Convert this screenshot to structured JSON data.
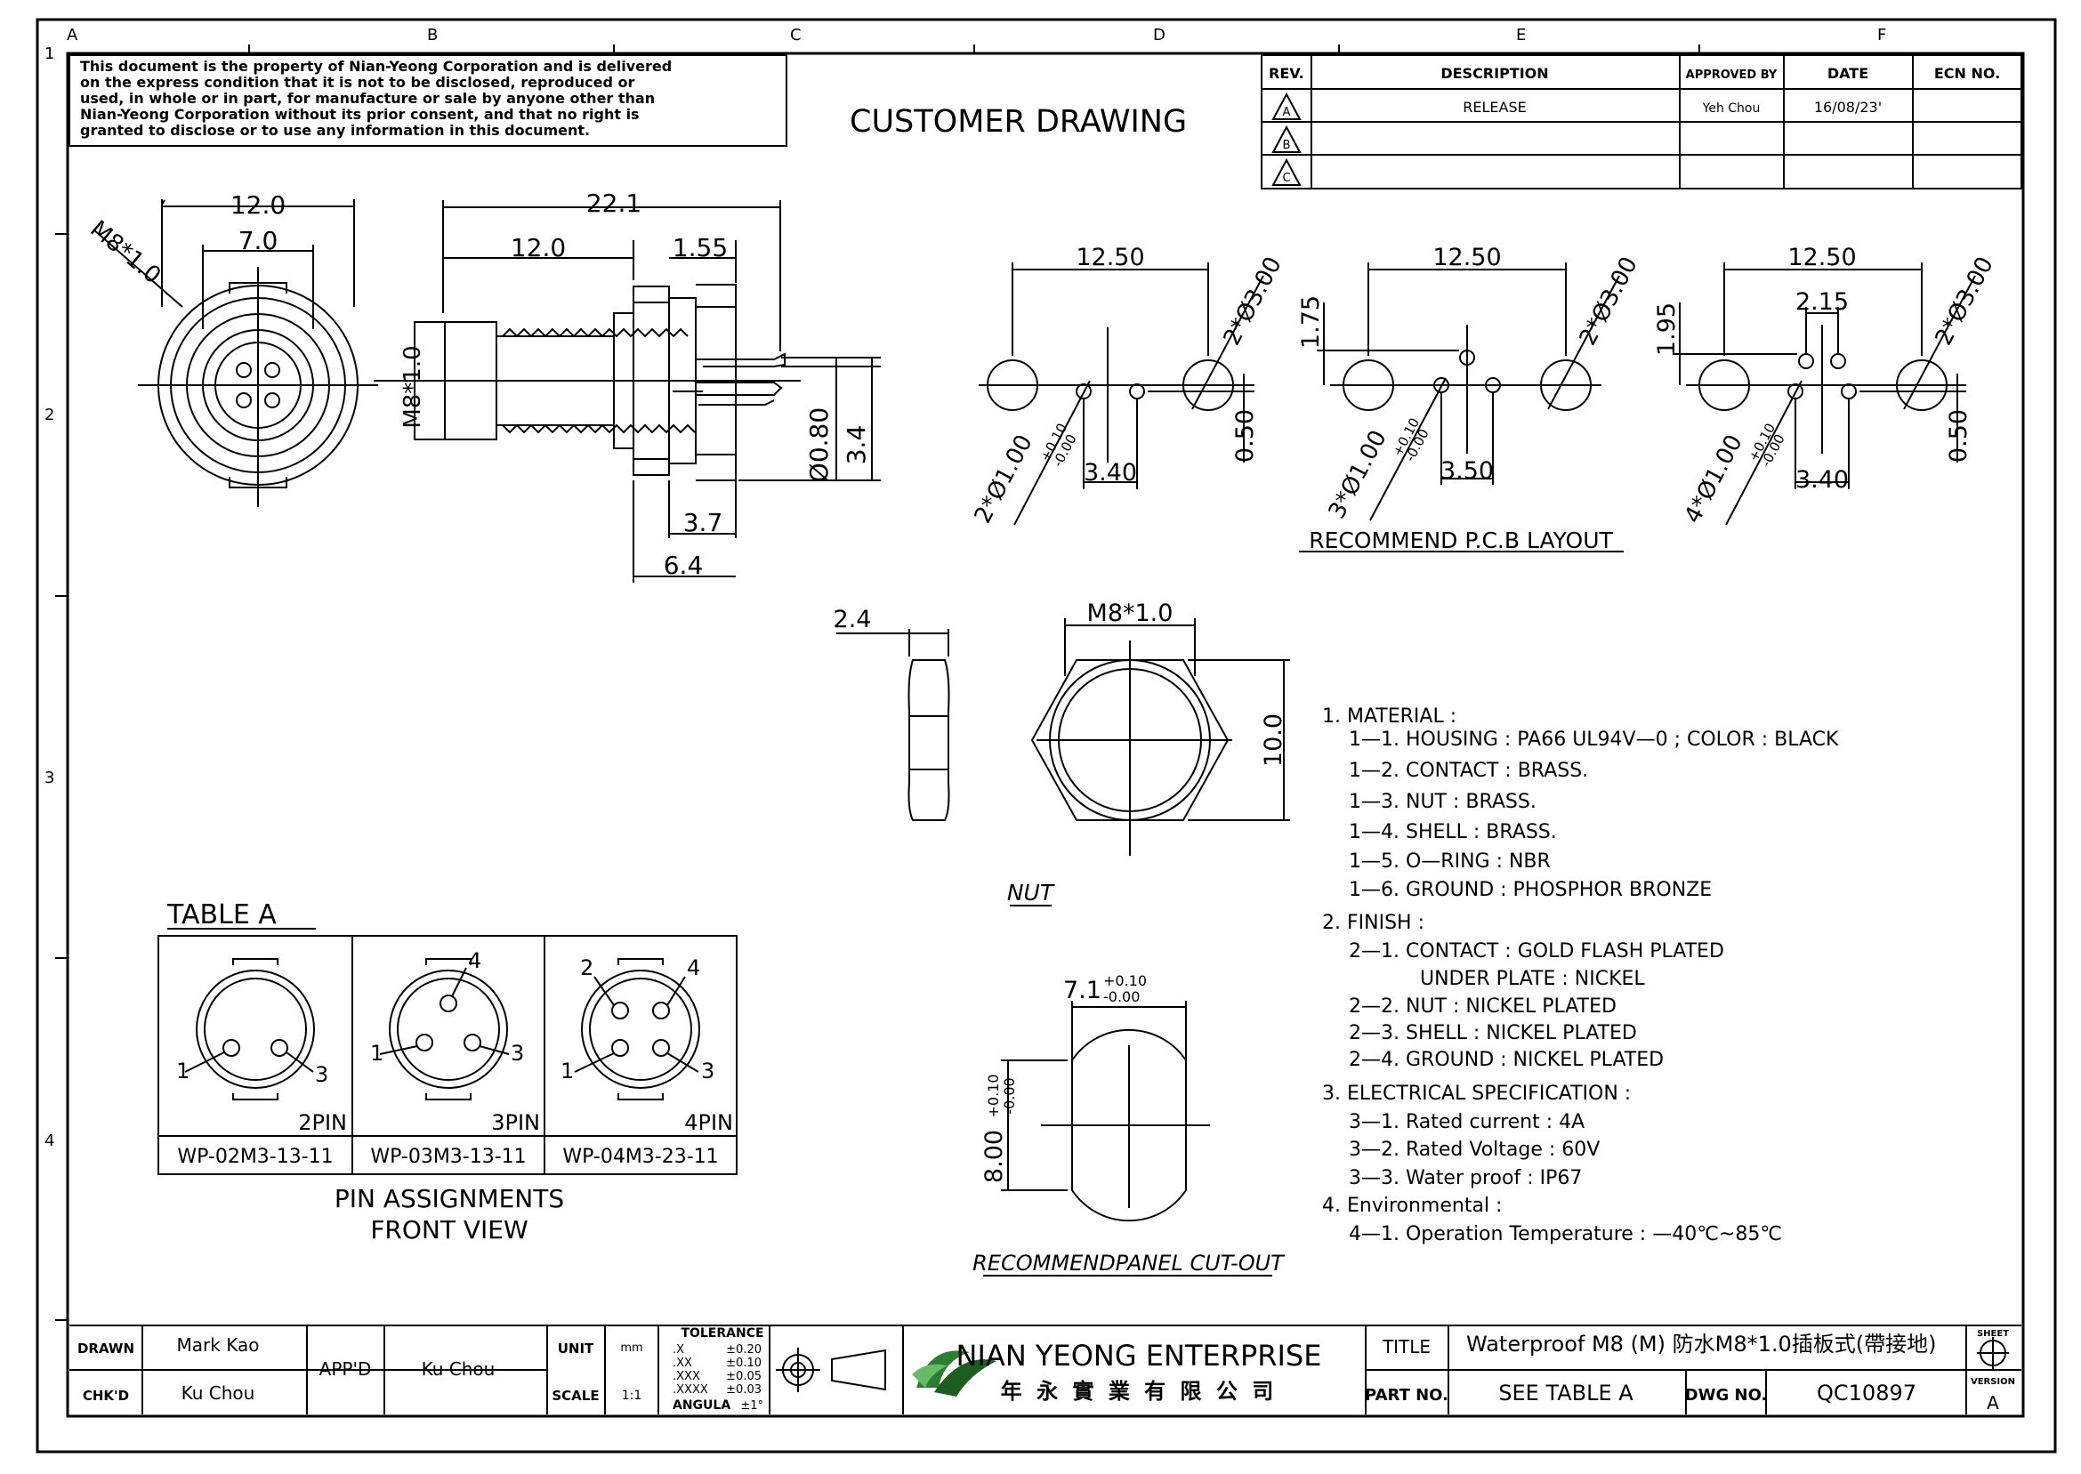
{
  "grid": {
    "columns": [
      "A",
      "B",
      "C",
      "D",
      "E",
      "F"
    ],
    "rows": [
      "1",
      "2",
      "3",
      "4"
    ]
  },
  "notice": {
    "lines": [
      "This document is the property of Nian-Yeong Corporation and is delivered",
      "on  the  express condition that it is not to be disclosed, reproduced or",
      "used, in whole or in part, for manufacture or sale by anyone other than",
      "Nian-Yeong Corporation without  its prior consent, and that  no right  is",
      "granted to disclose or to use any information in this  document."
    ]
  },
  "drawing_title": "CUSTOMER  DRAWING",
  "revision_table": {
    "headers": [
      "REV.",
      "DESCRIPTION",
      "APPROVED BY",
      "DATE",
      "ECN NO."
    ],
    "rows": [
      {
        "rev": "A",
        "description": "RELEASE",
        "approved": "Yeh Chou",
        "date": "16/08/23'",
        "ecn": ""
      },
      {
        "rev": "B",
        "description": "",
        "approved": "",
        "date": "",
        "ecn": ""
      },
      {
        "rev": "C",
        "description": "",
        "approved": "",
        "date": "",
        "ecn": ""
      }
    ]
  },
  "dimensions": {
    "front": {
      "outer": "12.0",
      "inner": "7.0",
      "thread": "M8*1.0"
    },
    "side": {
      "total": "22.1",
      "body": "12.0",
      "tab": "1.55",
      "thread": "M8*1.0",
      "pin_dia": "Ø0.80",
      "pin_len": "3.4",
      "flange": "3.7",
      "rear": "6.4"
    },
    "pcb1": {
      "span": "12.50",
      "big_holes": "2*Ø3.00",
      "small_holes": "2*Ø1.00",
      "tol_plus": "+0.10",
      "tol_minus": "-0.00",
      "pitch": "3.40",
      "offset": "0.50"
    },
    "pcb2": {
      "span": "12.50",
      "big_holes": "2*Ø3.00",
      "small_holes": "3*Ø1.00",
      "tol_plus": "+0.10",
      "tol_minus": "-0.00",
      "pitch": "3.50",
      "vertical": "1.75"
    },
    "pcb3": {
      "span": "12.50",
      "big_holes": "2*Ø3.00",
      "small_holes": "4*Ø1.00",
      "tol_plus": "+0.10",
      "tol_minus": "-0.00",
      "pitch": "3.40",
      "vertical": "1.95",
      "top_pitch": "2.15",
      "offset": "0.50"
    },
    "nut": {
      "thickness": "2.4",
      "thread": "M8*1.0",
      "height": "10.0"
    },
    "cutout": {
      "width": "7.1",
      "height": "8.00",
      "tol_plus": "+0.10",
      "tol_minus": "-0.00"
    }
  },
  "labels": {
    "pcb_layout": "RECOMMEND  P.C.B  LAYOUT",
    "nut": "NUT",
    "cutout": "RECOMMENDPANEL  CUT-OUT",
    "table_a": "TABLE  A",
    "pin_assign_1": "PIN  ASSIGNMENTS",
    "pin_assign_2": "FRONT  VIEW"
  },
  "table_a": {
    "cells": [
      {
        "pin": "2PIN",
        "part": "WP-02M3-13-11",
        "numbers": [
          "1",
          "3"
        ]
      },
      {
        "pin": "3PIN",
        "part": "WP-03M3-13-11",
        "numbers": [
          "1",
          "3",
          "4"
        ]
      },
      {
        "pin": "4PIN",
        "part": "WP-04M3-23-11",
        "numbers": [
          "1",
          "2",
          "3",
          "4"
        ]
      }
    ]
  },
  "specs": [
    "1.  MATERIAL  :",
    "1—1.  HOUSING  :  PA66  UL94V—0  ;  COLOR  :  BLACK",
    "1—2.  CONTACT  :  BRASS.",
    "1—3.  NUT  :  BRASS.",
    "1—4.  SHELL  :  BRASS.",
    "1—5.  O—RING  :  NBR",
    "1—6.  GROUND  :  PHOSPHOR  BRONZE",
    "2.  FINISH  :",
    "2—1.  CONTACT  :  GOLD  FLASH  PLATED",
    "UNDER  PLATE  :  NICKEL",
    "2—2.  NUT  :  NICKEL  PLATED",
    "2—3.  SHELL  :  NICKEL  PLATED",
    "2—4.  GROUND  :  NICKEL  PLATED",
    "3.  ELECTRICAL  SPECIFICATION  :",
    "3—1.  Rated  current  :  4A",
    "3—2.  Rated  Voltage  :  60V",
    "3—3.  Water  proof  :  IP67",
    "4.  Environmental  :",
    "4—1.  Operation  Temperature  :  —40℃~85℃"
  ],
  "title_block": {
    "drawn_label": "DRAWN",
    "drawn_value": "Mark Kao",
    "chkd_label": "CHK'D",
    "chkd_value": "Ku Chou",
    "appd_label": "APP'D",
    "appd_value": "Ku Chou",
    "unit_label": "UNIT",
    "unit_value": "mm",
    "scale_label": "SCALE",
    "scale_value": "1:1",
    "tolerance_label": "TOLERANCE",
    "tolerance_rows": [
      [
        ".X",
        "±0.20"
      ],
      [
        ".XX",
        "±0.10"
      ],
      [
        ".XXX",
        "±0.05"
      ],
      [
        ".XXXX",
        "±0.03"
      ]
    ],
    "angula_label": "ANGULA",
    "angula_value": "±1°",
    "company_name": "NIAN YEONG ENTERPRISE",
    "company_chinese": "年 永 實 業 有 限 公 司",
    "title_label": "TITLE",
    "title_value": "Waterproof  M8  (M)  防水M8*1.0插板式(帶接地)",
    "part_label": "PART NO.",
    "part_value": "SEE  TABLE  A",
    "dwg_label": "DWG NO.",
    "dwg_value": "QC10897",
    "sheet_label": "SHEET",
    "version_label": "VERSION",
    "version_value": "A"
  }
}
